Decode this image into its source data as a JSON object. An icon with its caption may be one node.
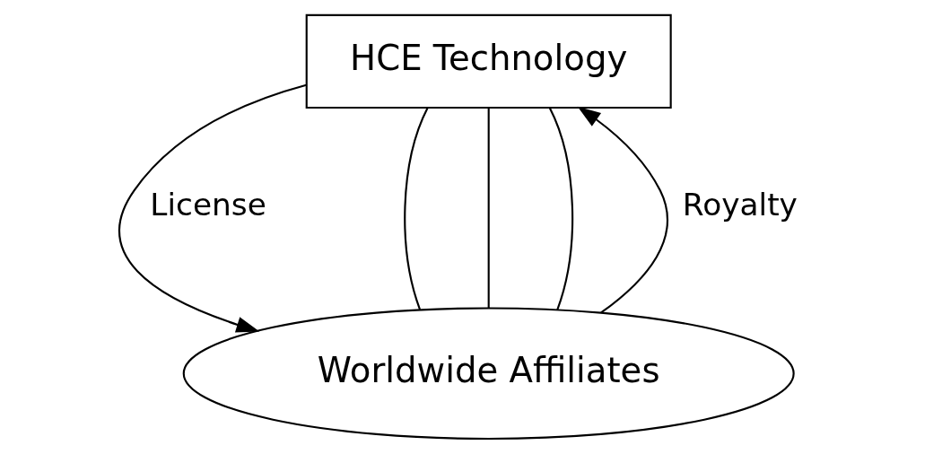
{
  "diagram": {
    "nodes": [
      {
        "text": [
          "HCE Technology"
        ]
      },
      {
        "text": [
          "Worldwide Affiliates"
        ]
      }
    ],
    "edges": [
      {
        "from": 0,
        "to": 1,
        "arrow": "to",
        "label": "License"
      },
      {
        "from": 0,
        "to": 1,
        "arrow": "none"
      },
      {
        "from": 0,
        "to": 1,
        "arrow": "none"
      },
      {
        "from": 0,
        "to": 1,
        "arrow": "none"
      },
      {
        "from": 1,
        "to": 0,
        "arrow": "to",
        "label": "Royalty"
      }
    ]
  }
}
